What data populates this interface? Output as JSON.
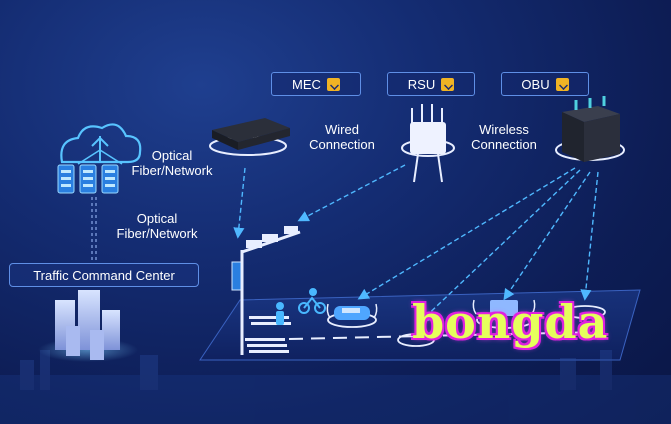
{
  "devices": {
    "mec": {
      "label": "MEC",
      "icon": "check-badge-icon"
    },
    "rsu": {
      "label": "RSU",
      "icon": "check-badge-icon"
    },
    "obu": {
      "label": "OBU",
      "icon": "check-badge-icon"
    }
  },
  "connections": {
    "wired": "Wired\nConnection",
    "wireless": "Wireless\nConnection",
    "fiber_top": "Optical\nFiber/Network",
    "fiber_mid": "Optical\nFiber/Network"
  },
  "center_label": "Traffic Command Center",
  "watermark": "bongda",
  "colors": {
    "background": "#0d1d55",
    "accent": "#5f8fe6",
    "link": "#4fb8ff",
    "badge": "#f0b324"
  }
}
